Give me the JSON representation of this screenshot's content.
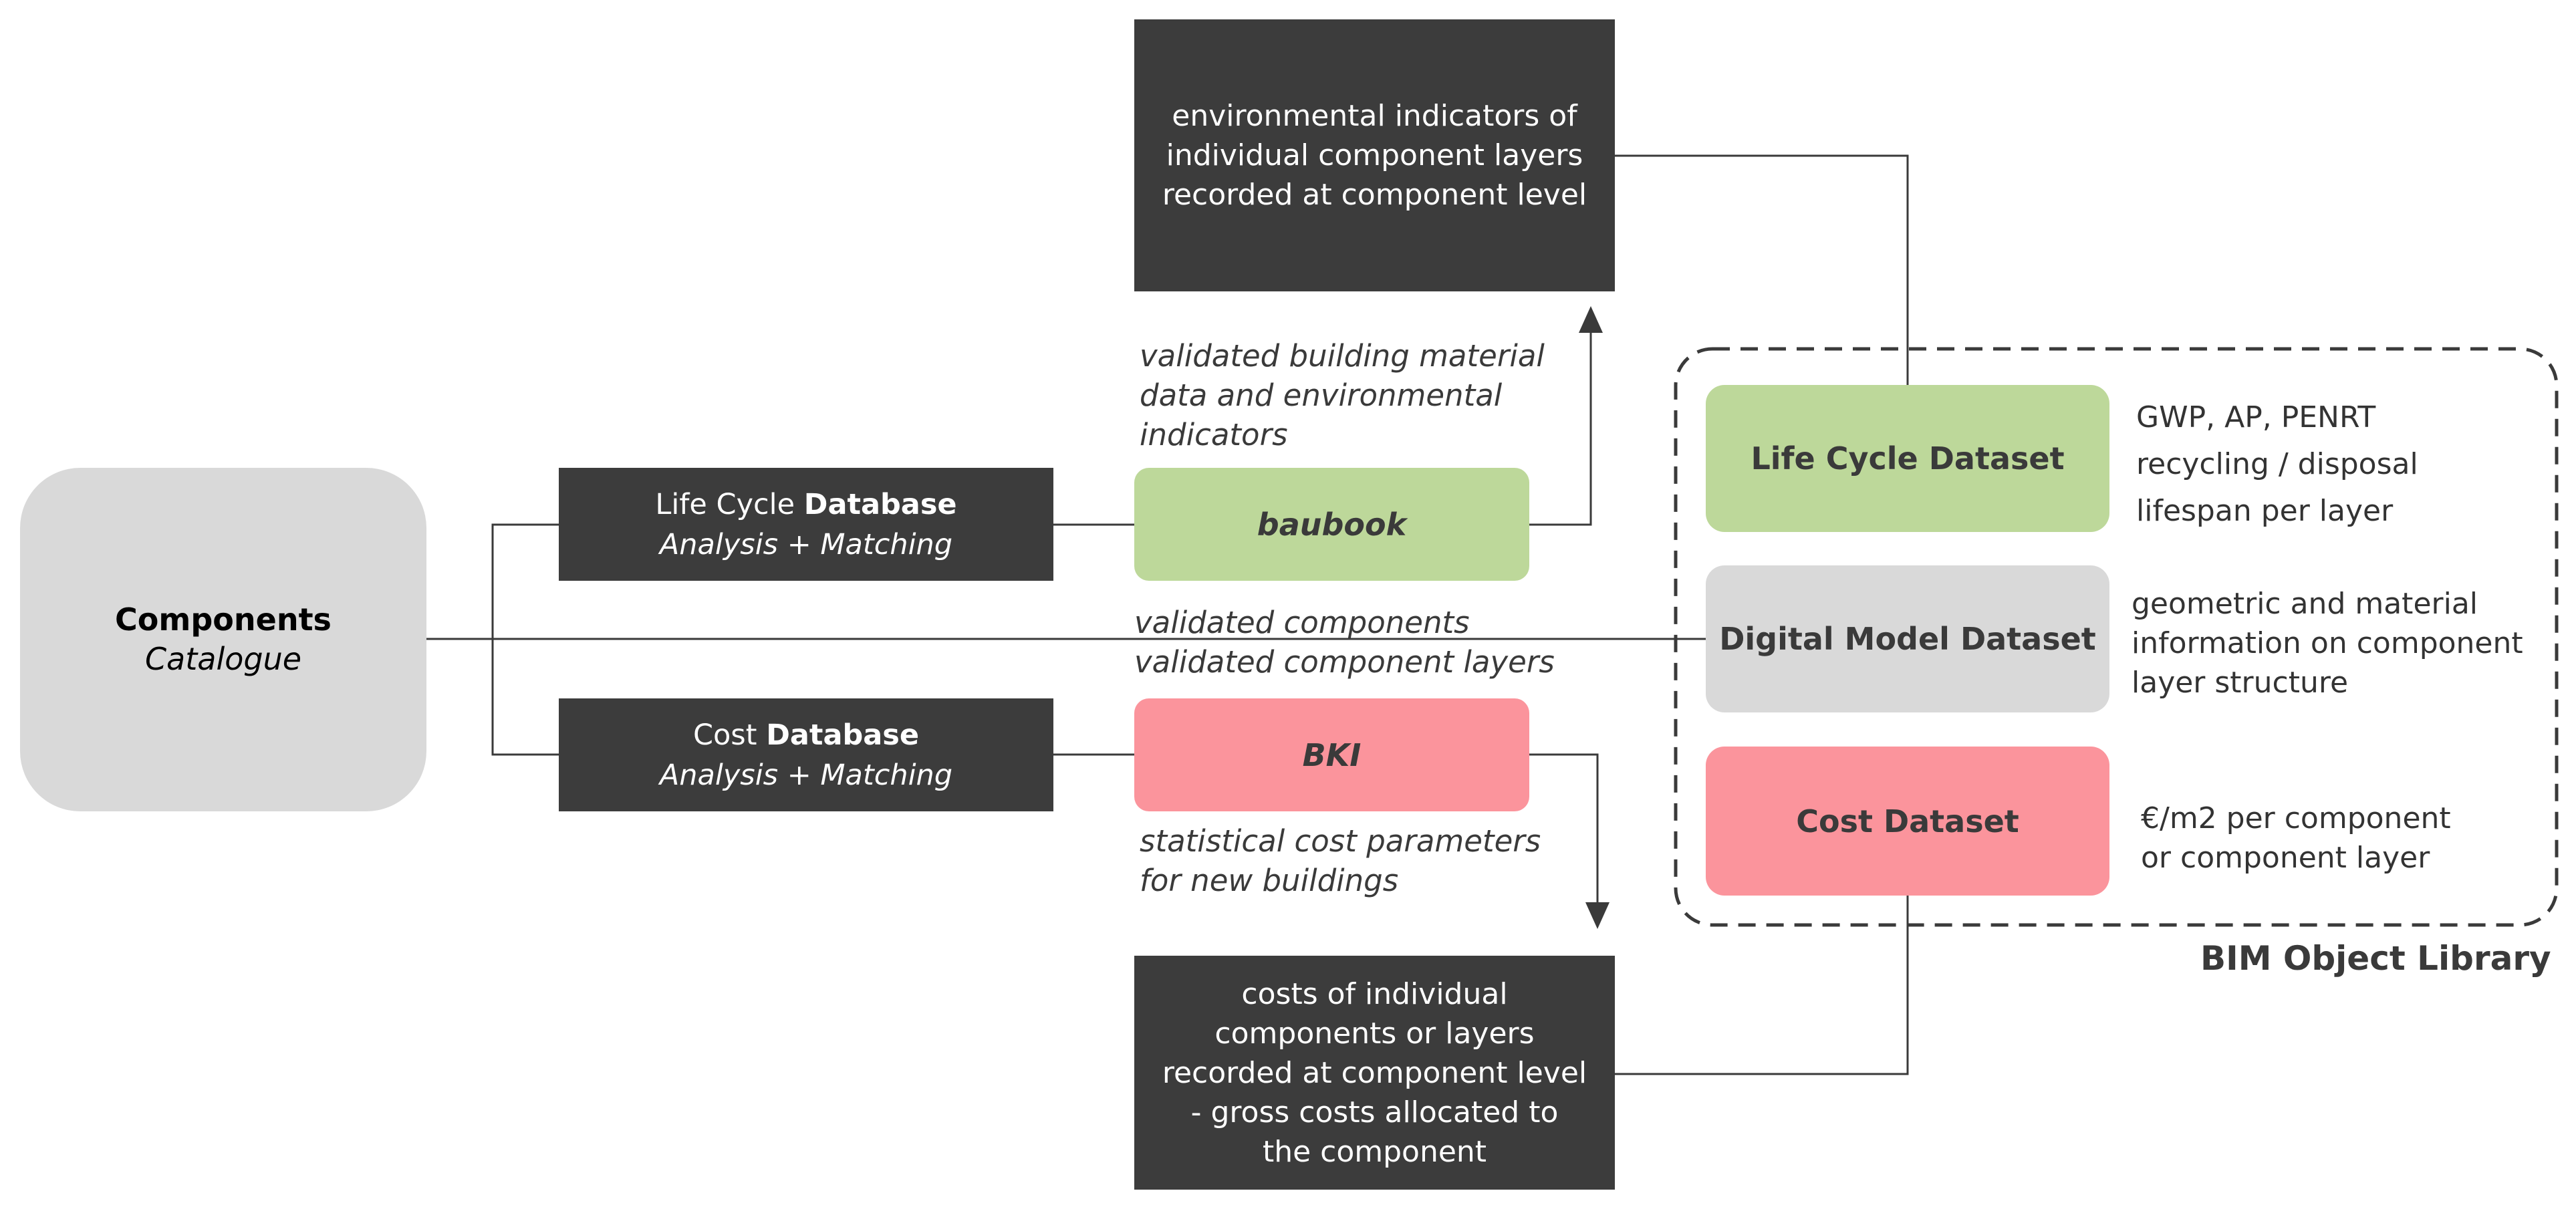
{
  "components": {
    "title": "Components",
    "subtitle": "Catalogue"
  },
  "lca_db": {
    "prefix": "Life Cycle ",
    "bold": "Database",
    "subtitle": "Analysis + Matching"
  },
  "cost_db": {
    "prefix": "Cost ",
    "bold": "Database",
    "subtitle": "Analysis + Matching"
  },
  "baubook": {
    "label": "baubook"
  },
  "bki": {
    "label": "BKI"
  },
  "env_box": {
    "lines": [
      "environmental indicators of",
      "individual component layers",
      "recorded at component level"
    ]
  },
  "cost_box": {
    "lines": [
      "costs of individual",
      "components or layers",
      "recorded at component level",
      "- gross costs allocated to",
      "the component"
    ]
  },
  "notes": {
    "baubook": [
      "validated building material",
      "data and environmental",
      "indicators"
    ],
    "components": [
      "validated components",
      "validated component layers"
    ],
    "bki": [
      "statistical cost parameters",
      "for new buildings"
    ]
  },
  "library": {
    "label": "BIM Object Library",
    "life_cycle": {
      "label": "Life Cycle Dataset",
      "info": [
        "GWP, AP, PENRT",
        "recycling / disposal",
        "lifespan per layer"
      ]
    },
    "digital_model": {
      "label": "Digital Model Dataset",
      "info": [
        "geometric and material",
        "information on component",
        "layer structure"
      ]
    },
    "cost": {
      "label": "Cost Dataset",
      "info": [
        "€/m2 per component",
        "or component layer"
      ]
    }
  },
  "colors": {
    "dark_box": "#3c3c3c",
    "grey_box": "#d9d9d9",
    "life_cycle_green": "#bdd89a",
    "cost_pink": "#fb949c",
    "line": "#3a3a3a"
  }
}
